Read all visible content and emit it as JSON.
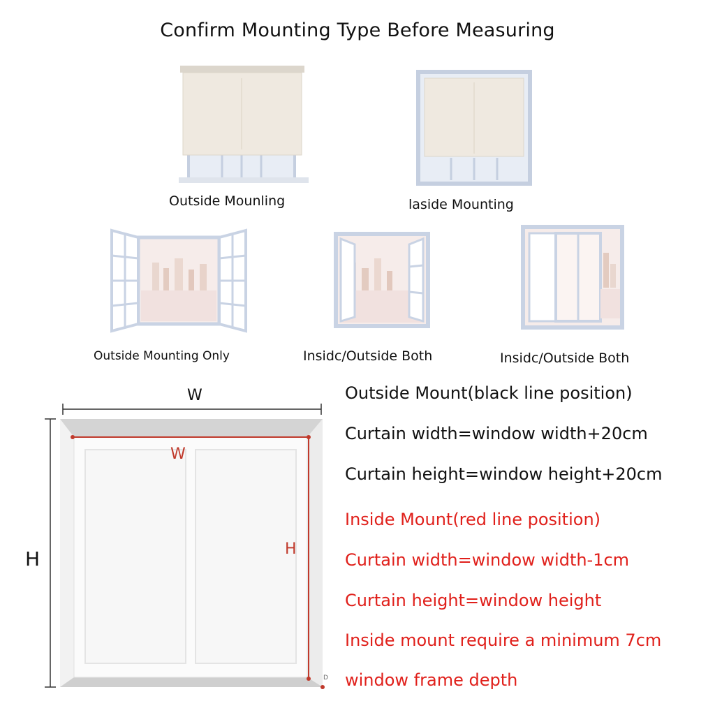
{
  "title": "Confirm Mounting Type Before Measuring",
  "captions": {
    "outside_mounling": "Outside Mounling",
    "laside_mounting": "laside Mounting",
    "outside_only": "Outside Mounting Only",
    "both_1": "Insidc/Outside Both",
    "both_2": "Insidc/Outside Both"
  },
  "diagram": {
    "outer_w": "W",
    "outer_h": "H",
    "inner_w": "W",
    "inner_h": "H",
    "corner_mark": "D"
  },
  "outside_mount": {
    "heading": "Outside Mount(black line position)",
    "width_rule": "Curtain width=window width+20cm",
    "height_rule": "Curtain height=window height+20cm"
  },
  "inside_mount": {
    "heading": "Inside Mount(red line position)",
    "width_rule": "Curtain width=window width-1cm",
    "height_rule": "Curtain height=window height",
    "depth_rule_1": "Inside mount require a minimum 7cm",
    "depth_rule_2": "window frame depth"
  },
  "colors": {
    "accent_red": "#e0201b",
    "frame": "#c9d3e4",
    "shade": "#efe9e0"
  }
}
